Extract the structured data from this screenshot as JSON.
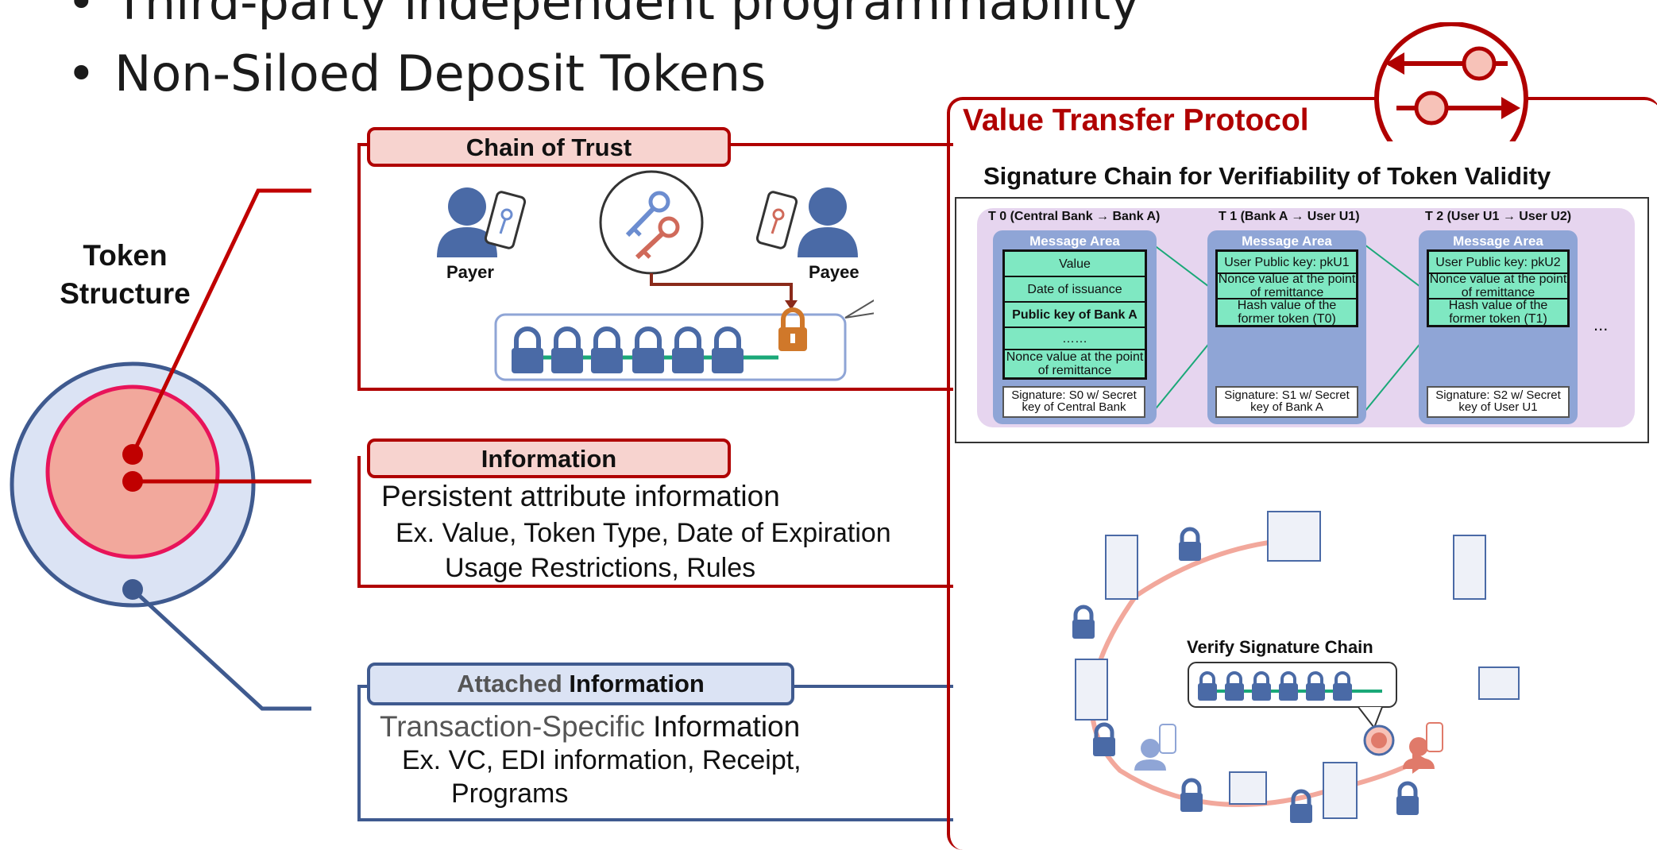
{
  "bullets": [
    "Third-party independent programmability",
    "Non-Siloed Deposit Tokens"
  ],
  "token_structure_label": "Token\nStructure",
  "sections": {
    "chain_of_trust": {
      "title": "Chain of Trust",
      "payer": "Payer",
      "payee": "Payee"
    },
    "information": {
      "title": "Information",
      "line1": "Persistent attribute information",
      "line2": "Ex. Value, Token Type, Date of Expiration",
      "line3": "Usage Restrictions, Rules"
    },
    "attached": {
      "title_part1": "Attached",
      "title_part2": " Information",
      "line1_part1": "Transaction-Specific",
      "line1_part2": " Information",
      "line2": "Ex. VC, EDI information, Receipt,",
      "line3": "Programs"
    }
  },
  "vtp": {
    "title": "Value Transfer Protocol",
    "subtitle": "Signature Chain for Verifiability of Token Validity",
    "ellipsis": "...",
    "tokens": [
      {
        "title": "T 0 (Central Bank → Bank A)",
        "header": "Message Area",
        "rows": [
          "Value",
          "Date of issuance",
          "Public key of Bank A",
          "……",
          "Nonce value at the point of remittance"
        ],
        "signature": "Signature: S0 w/ Secret key of Central Bank"
      },
      {
        "title": "T 1 (Bank A → User U1)",
        "header": "Message Area",
        "rows": [
          "User Public key: pkU1",
          "Nonce value at the point of remittance",
          "Hash value of the former token (T0)"
        ],
        "signature": "Signature: S1 w/ Secret key of Bank A"
      },
      {
        "title": "T 2 (User U1 → User U2)",
        "header": "Message Area",
        "rows": [
          "User Public key: pkU2",
          "Nonce value at the point of remittance",
          "Hash value of the former token (T1)"
        ],
        "signature": "Signature: S2 w/ Secret key of User U1"
      }
    ],
    "verify_label": "Verify Signature Chain"
  },
  "colors": {
    "accent_red": "#b00000",
    "accent_blue": "#3f5a8f",
    "mint": "#7fe8c2",
    "lock_blue": "#4a6aa6"
  }
}
